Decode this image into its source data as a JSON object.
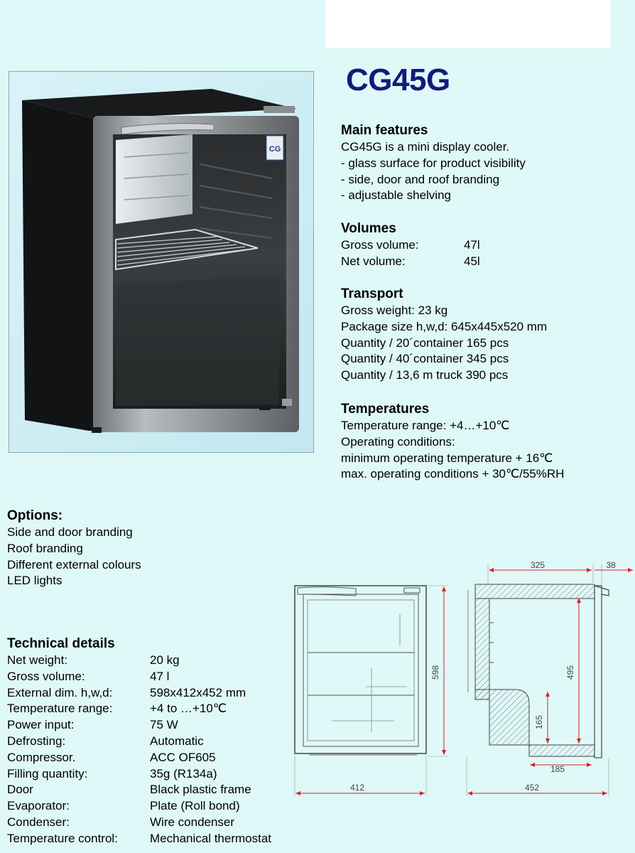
{
  "model": "CG45G",
  "main_features": {
    "heading": "Main features",
    "lines": [
      "CG45G is a mini display cooler.",
      "- glass surface for  product visibility",
      "- side, door and roof branding",
      "- adjustable shelving"
    ]
  },
  "volumes": {
    "heading": "Volumes",
    "rows": [
      {
        "label": "Gross volume:",
        "value": "47l"
      },
      {
        "label": "Net volume:",
        "value": "45l"
      }
    ]
  },
  "transport": {
    "heading": "Transport",
    "lines": [
      "Gross weight: 23 kg",
      "Package size h,w,d: 645x445x520 mm",
      "Quantity / 20´container 165 pcs",
      "Quantity / 40´container 345 pcs",
      "Quantity / 13,6 m truck  390 pcs"
    ]
  },
  "temperatures": {
    "heading": "Temperatures",
    "lines": [
      "Temperature range: +4…+10℃",
      "Operating conditions:",
      "minimum operating temperature + 16℃",
      "max. operating conditions + 30℃/55%RH"
    ]
  },
  "options": {
    "heading": "Options:",
    "lines": [
      "Side and door branding",
      "Roof branding",
      "Different external colours",
      "LED lights"
    ]
  },
  "technical": {
    "heading": "Technical details",
    "rows": [
      {
        "label": "Net weight:",
        "value": "20 kg"
      },
      {
        "label": "Gross volume:",
        "value": "47 l"
      },
      {
        "label": "External dim. h,w,d:",
        "value": "598x412x452 mm"
      },
      {
        "label": "Temperature range:",
        "value": "+4 to …+10℃"
      },
      {
        "label": "Power input:",
        "value": "75 W"
      },
      {
        "label": "Defrosting:",
        "value": "Automatic"
      },
      {
        "label": "Compressor.",
        "value": "ACC OF605"
      },
      {
        "label": "Filling quantity:",
        "value": "35g (R134a)"
      },
      {
        "label": "Door",
        "value": "Black plastic frame"
      },
      {
        "label": "Evaporator:",
        "value": "Plate (Roll bond)"
      },
      {
        "label": "Condenser:",
        "value": "Wire condenser"
      },
      {
        "label": "Temperature control:",
        "value": "Mechanical thermostat"
      }
    ]
  },
  "dimensions": {
    "front_width": "412",
    "front_height": "598",
    "side_depth": "452",
    "top_depth": "325",
    "door_depth": "38",
    "inner_height": "495",
    "step_height": "165",
    "step_depth": "185"
  },
  "logo_text": "CG"
}
